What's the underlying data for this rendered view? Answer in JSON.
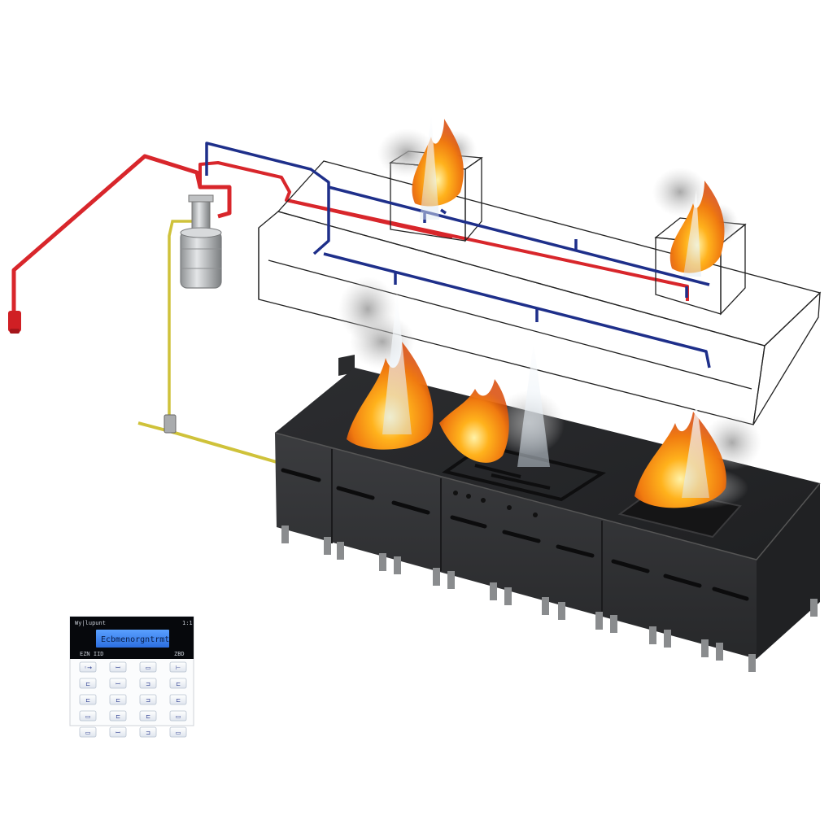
{
  "scene": {
    "subject": "kitchen-hood-fire-suppression-system",
    "colors": {
      "detection_line": "#d8262b",
      "distribution_line": "#1e2f8a",
      "actuation_line": "#d8c93a",
      "hood_outline": "#222222",
      "appliance_body": "#333436",
      "flame_core": "#ffb21c",
      "flame_outer": "#f07a10",
      "smoke": "#b8b8b8",
      "agent_spray": "#e9f3fb"
    },
    "components": {
      "pull_station": {
        "icon": "manual-pull-station-icon"
      },
      "agent_cylinder": {
        "icon": "agent-cylinder-icon"
      },
      "gas_valve": {
        "icon": "gas-shutoff-valve-icon"
      },
      "exhaust_hood": {
        "icon": "exhaust-hood-icon",
        "ducts": 2,
        "nozzles_visible": 7
      },
      "cooking_line": {
        "icon": "cooking-line-icon",
        "fire_zones": 4
      }
    },
    "control_panel": {
      "brand_text": "Wy|lupunt",
      "corner_text": "1:1",
      "display_text": "Ecbmenorgntrmt",
      "status_left": "EZN IID",
      "status_right": "ZBD",
      "keys": [
        "◦→",
        "ꟷ",
        "▭",
        "⊢",
        "⊏",
        "ꟷ",
        "⊐",
        "⊏",
        "⊏",
        "⊏",
        "⊐",
        "⊏",
        "▭",
        "⊏",
        "⊏",
        "▭",
        "▭",
        "ꟷ",
        "⊐",
        "▭"
      ]
    }
  }
}
